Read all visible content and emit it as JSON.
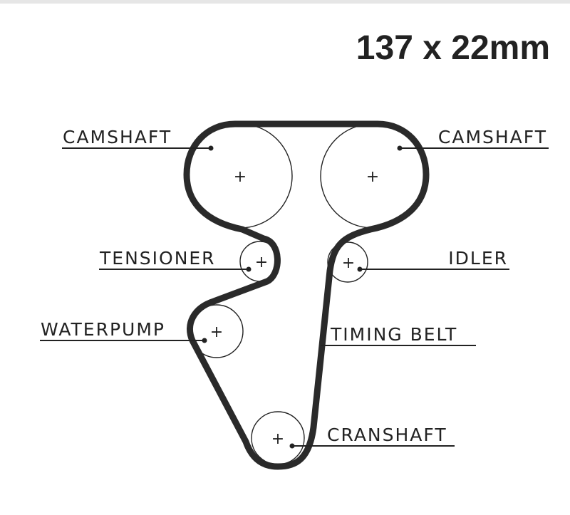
{
  "title": "137 x 22mm",
  "colors": {
    "ink": "#222222",
    "belt": "#2a2a2a",
    "topbar": "#e6e6e6"
  },
  "labels": {
    "camshaft_left": "CAMSHAFT",
    "camshaft_right": "CAMSHAFT",
    "tensioner": "TENSIONER",
    "idler": "IDLER",
    "waterpump": "WATERPUMP",
    "timing_belt": "TIMING BELT",
    "cranshaft": "CRANSHAFT"
  },
  "center_mark": "+"
}
